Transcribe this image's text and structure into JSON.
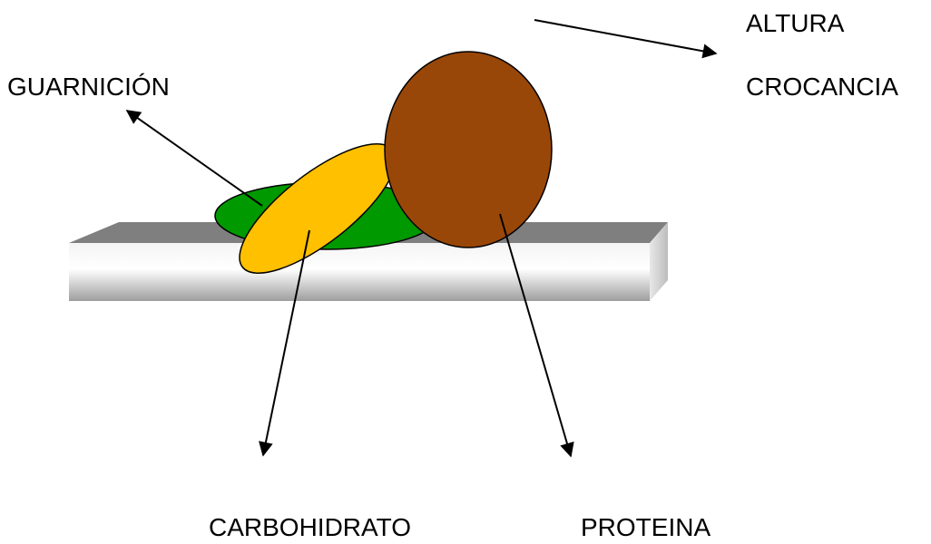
{
  "labels": {
    "altura": "ALTURA",
    "crocancia": "CROCANCIA",
    "guarnicion": "GUARNICIÓN",
    "carbohidrato": "CARBOHIDRATO",
    "proteina": "PROTEINA"
  },
  "colors": {
    "guarnicion": "#009900",
    "carbohidrato": "#FFC000",
    "proteina": "#994708",
    "plate_top": "#7f7f7f",
    "plate_front_light": "#f2f2f2",
    "plate_front_dark": "#a6a6a6",
    "outline": "#000000"
  }
}
